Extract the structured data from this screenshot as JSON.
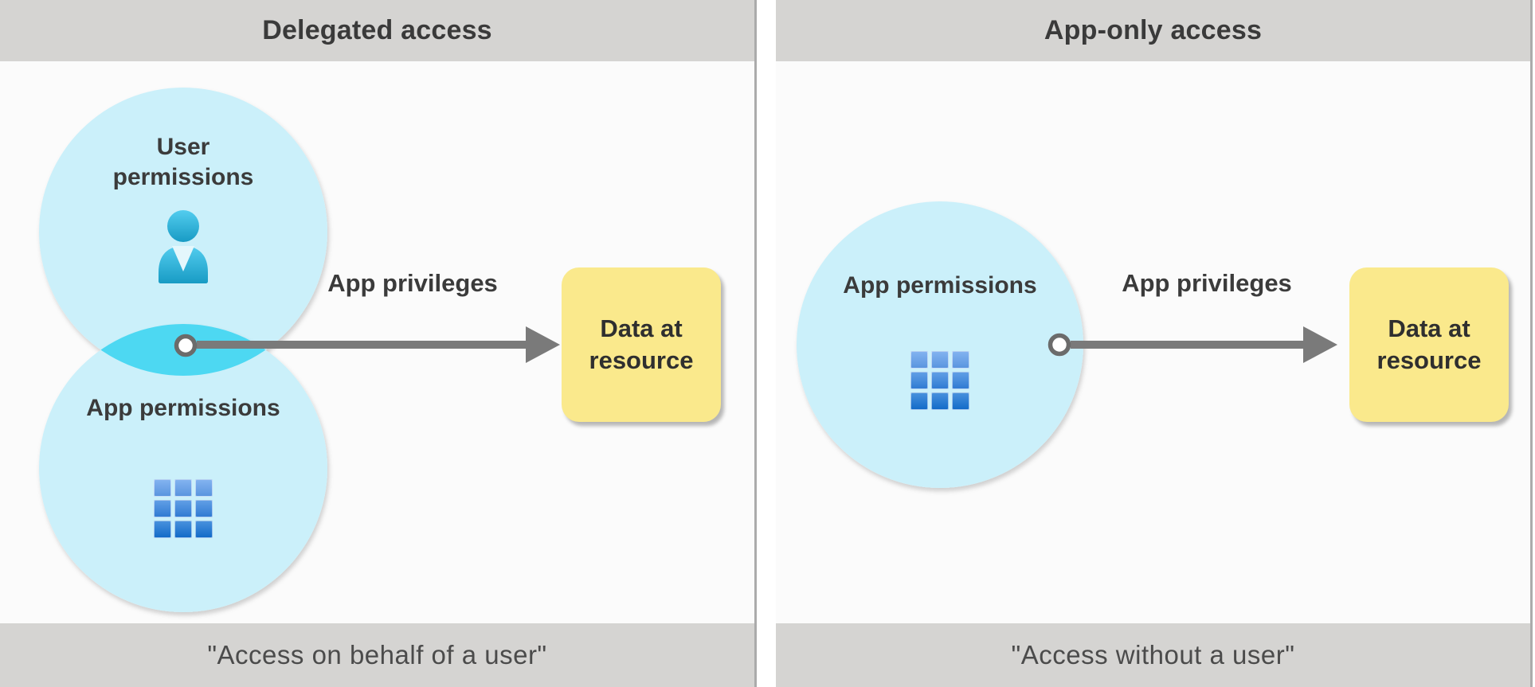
{
  "panels": [
    {
      "title": "Delegated access",
      "user_circle_label": "User permissions",
      "app_circle_label": "App permissions",
      "arrow_label": "App privileges",
      "resource_label": "Data at resource",
      "caption": "\"Access on behalf of a user\""
    },
    {
      "title": "App-only access",
      "app_circle_label": "App permissions",
      "arrow_label": "App privileges",
      "resource_label": "Data at resource",
      "caption": "\"Access without a user\""
    }
  ],
  "colors": {
    "band_gray": "#D5D4D2",
    "panel_bg": "#FBFBFB",
    "panel_border": "#ABABAB",
    "title_text": "#3A3A3A",
    "caption_text": "#4B4B4B",
    "label_text": "#3B3B3B",
    "circle_fill": "#CBF0FA",
    "overlap_fill": "#4DD8F2",
    "arrow_gray": "#7A7A7A",
    "connector_ring": "#6B6B6B",
    "connector_fill": "#FFFFFF",
    "box_yellow": "#FAE98C",
    "person_cyan_top": "#53CDEF",
    "person_cyan_bottom": "#189BC4",
    "person_notch": "#E4F7FC",
    "grid_blue_top": "#5F9DEB",
    "grid_blue_mid": "#3382DE",
    "grid_blue_bottom": "#1471D3"
  }
}
